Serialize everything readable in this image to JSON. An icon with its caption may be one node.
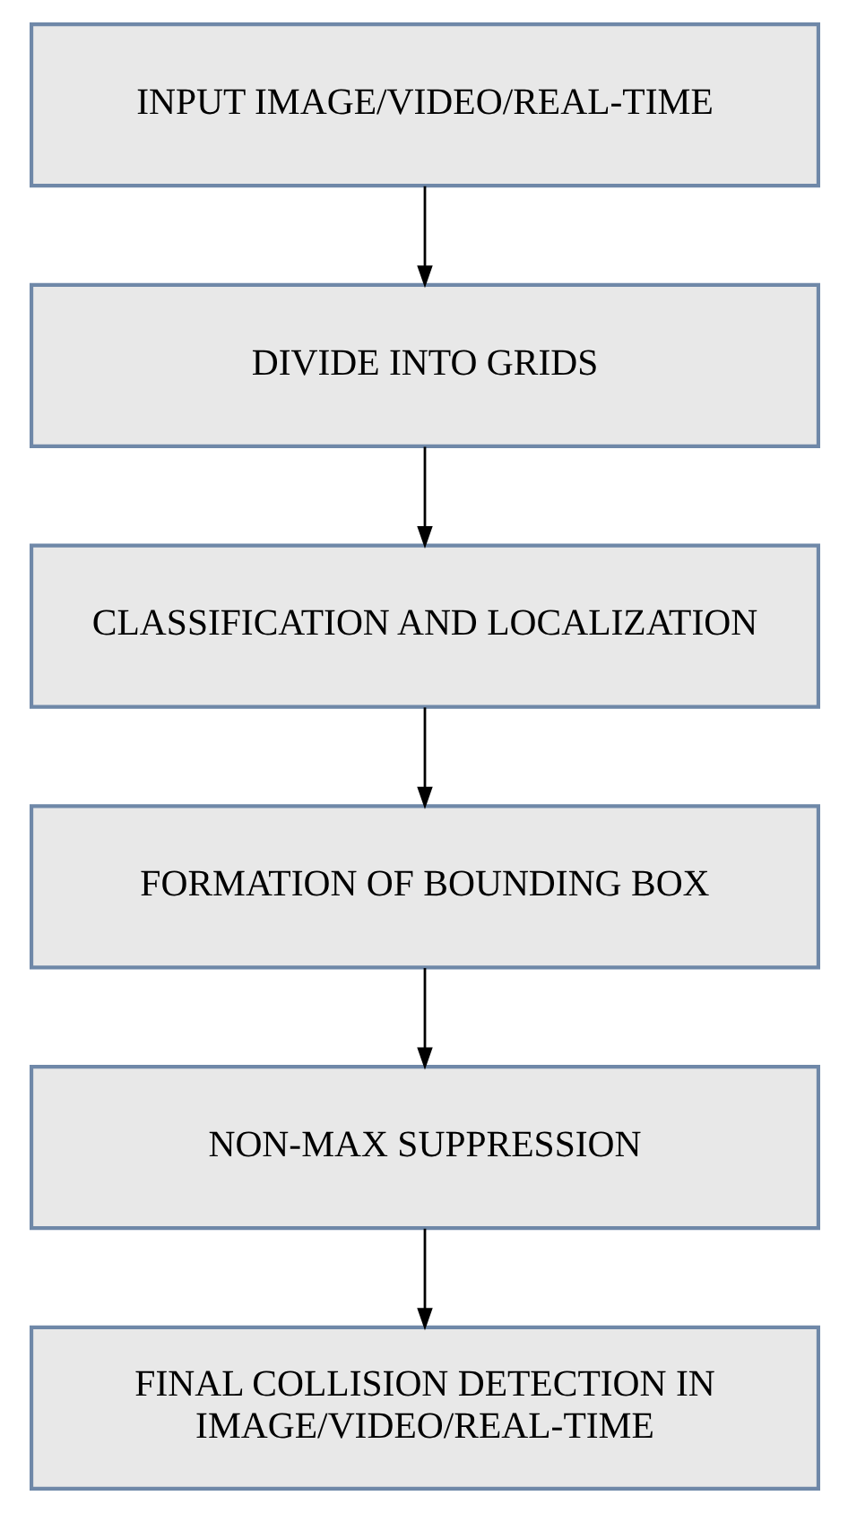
{
  "diagram": {
    "nodes": [
      {
        "text": [
          "INPUT IMAGE/VIDEO/REAL-TIME"
        ]
      },
      {
        "text": [
          "DIVIDE INTO GRIDS"
        ]
      },
      {
        "text": [
          "CLASSIFICATION AND LOCALIZATION"
        ]
      },
      {
        "text": [
          "FORMATION OF BOUNDING BOX"
        ]
      },
      {
        "text": [
          "NON-MAX SUPPRESSION"
        ]
      },
      {
        "text": [
          "FINAL COLLISION DETECTION IN IMAGE/VIDEO/REAL-TIME"
        ]
      }
    ],
    "edges": [
      {
        "from": 0,
        "to": 1,
        "arrow": "to"
      },
      {
        "from": 1,
        "to": 2,
        "arrow": "to"
      },
      {
        "from": 2,
        "to": 3,
        "arrow": "to"
      },
      {
        "from": 3,
        "to": 4,
        "arrow": "to"
      },
      {
        "from": 4,
        "to": 5,
        "arrow": "to"
      }
    ]
  }
}
